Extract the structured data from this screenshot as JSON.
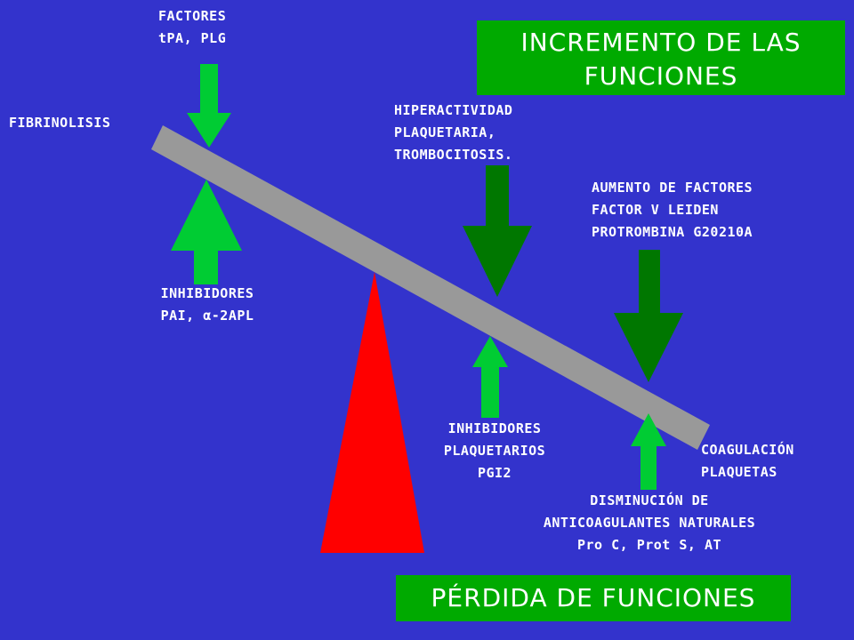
{
  "colors": {
    "background": "#3333cc",
    "beam": "#999999",
    "dark_arrow": "#007700",
    "light_arrow": "#00cc33",
    "fulcrum": "#ff0000",
    "box": "#00aa00",
    "text": "#ffffff"
  },
  "top_box": {
    "line1": "INCREMENTO DE LAS",
    "line2": "FUNCIONES"
  },
  "bottom_box": {
    "label": "PÉRDIDA DE FUNCIONES"
  },
  "labels": {
    "factores": {
      "line1": "FACTORES",
      "line2": "tPA, PLG"
    },
    "fibrinolisis": "FIBRINOLISIS",
    "inhibidores_left": {
      "line1": "INHIBIDORES",
      "line2": "PAI, α-2APL"
    },
    "hiperactividad": {
      "line1": "HIPERACTIVIDAD",
      "line2": "PLAQUETARIA,",
      "line3": "TROMBOCITOSIS."
    },
    "aumento": {
      "line1": "AUMENTO DE FACTORES",
      "line2": "FACTOR V LEIDEN",
      "line3": "PROTROMBINA G20210A"
    },
    "inhibidores_plaq": {
      "line1": "INHIBIDORES",
      "line2": "PLAQUETARIOS",
      "line3": "PGI2"
    },
    "coagulacion": {
      "line1": "COAGULACIÓN",
      "line2": "PLAQUETAS"
    },
    "disminucion": {
      "line1": "DISMINUCIÓN DE",
      "line2": "ANTICOAGULANTES NATURALES",
      "line3": "Pro C, Prot S, AT"
    }
  }
}
